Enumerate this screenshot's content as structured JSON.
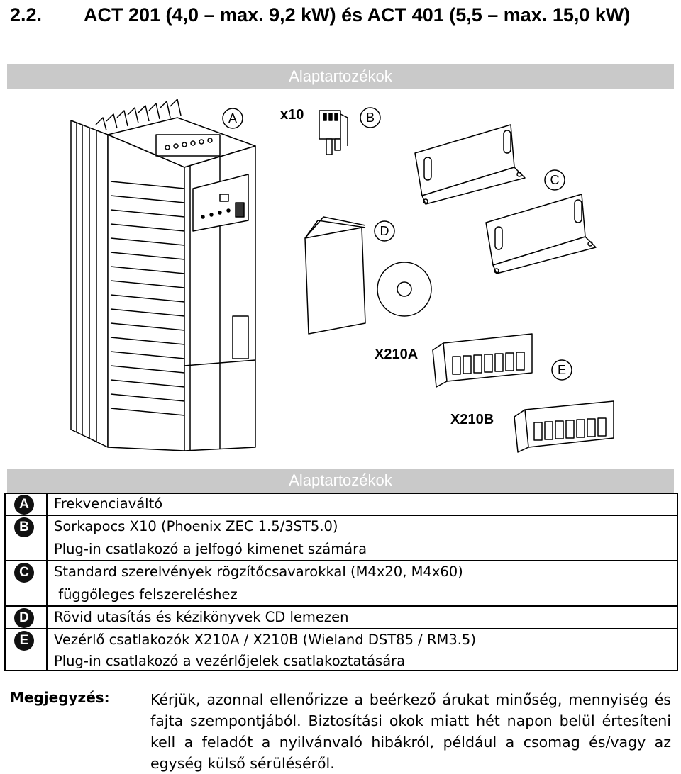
{
  "heading": {
    "number": "2.2.",
    "title": "ACT 201 (4,0 – max. 9,2 kW) és ACT 401 (5,5 – max. 15,0 kW)"
  },
  "illustration": {
    "title": "Alaptartozékok",
    "callouts": {
      "a": "A",
      "b": "B",
      "c": "C",
      "d": "D",
      "e": "E"
    },
    "qty_b": "x10",
    "label_x210a": "X210A",
    "label_x210b": "X210B"
  },
  "table": {
    "title": "Alaptartozékok",
    "rows": [
      {
        "badge": "A",
        "lines": [
          "Frekvenciaváltó"
        ]
      },
      {
        "badge": "B",
        "lines": [
          "Sorkapocs X10 (Phoenix ZEC 1.5/3ST5.0)",
          "Plug-in csatlakozó a jelfogó kimenet számára"
        ]
      },
      {
        "badge": "C",
        "lines": [
          "Standard szerelvények rögzítőcsavarokkal (M4x20, M4x60)",
          " függőleges felszereléshez"
        ]
      },
      {
        "badge": "D",
        "lines": [
          "Rövid utasítás és kézikönyvek CD lemezen"
        ]
      },
      {
        "badge": "E",
        "lines": [
          "Vezérlő csatlakozók X210A / X210B (Wieland DST85 / RM3.5)",
          "Plug-in csatlakozó a vezérlőjelek csatlakoztatására"
        ]
      }
    ]
  },
  "note": {
    "label": "Megjegyzés:",
    "text": "Kérjük, azonnal ellenőrizze a beérkező árukat minőség, mennyiség és fajta szempontjából. Biztosítási okok miatt hét napon belül értesíteni kell a feladót a nyilvánvaló hibákról, például a csomag és/vagy az egység külső sérüléséről."
  }
}
